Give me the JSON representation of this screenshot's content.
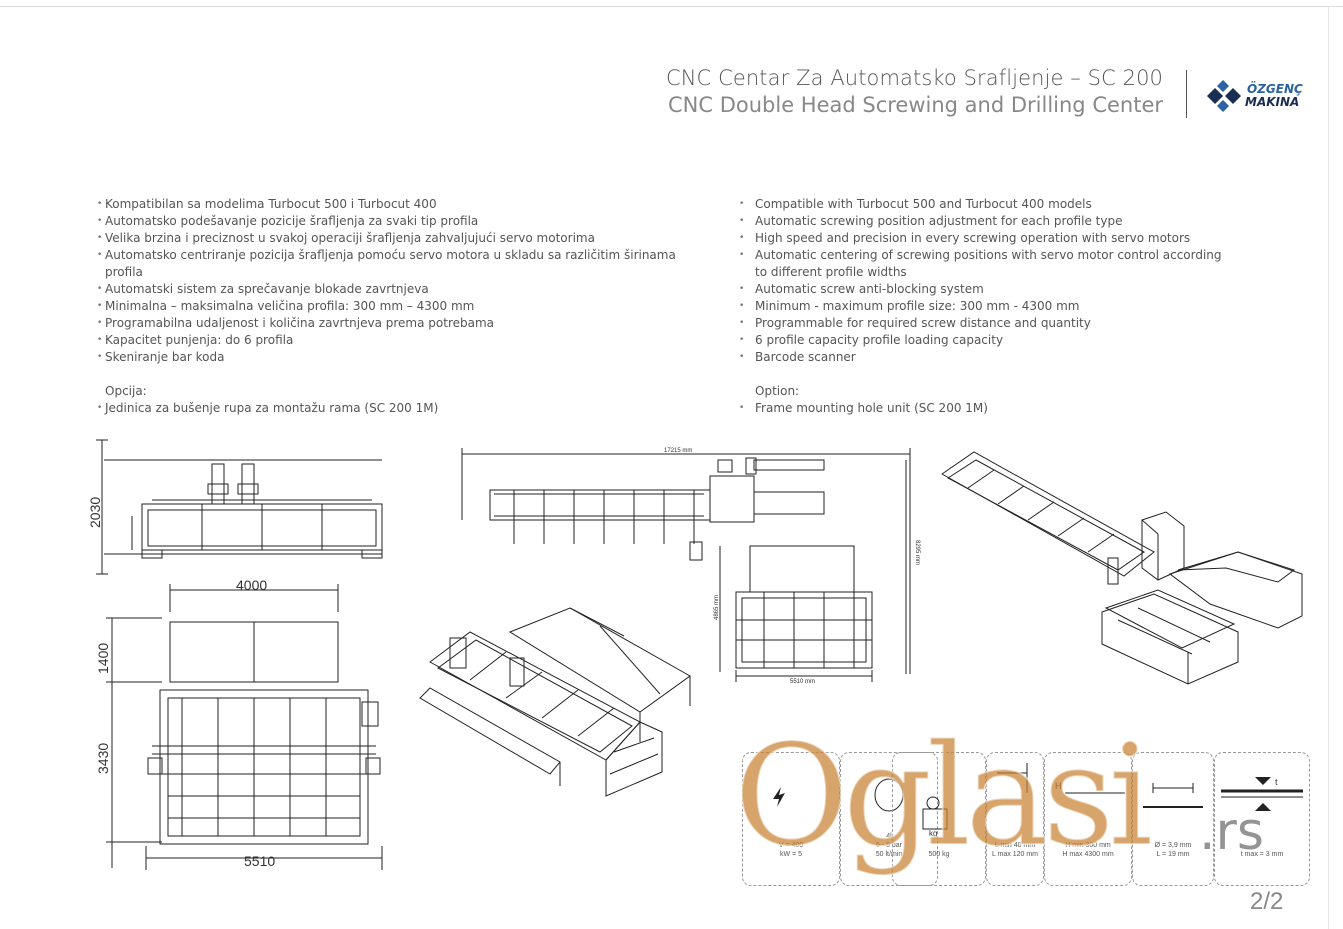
{
  "header": {
    "title_sr": "CNC Centar Za Automatsko Srafljenje – SC 200",
    "title_en": "CNC Double Head Screwing and Drilling Center",
    "logo_line1": "ÖZGENÇ",
    "logo_line2": "MAKINA"
  },
  "features_sr": [
    "Kompatibilan sa modelima Turbocut 500 i Turbocut 400",
    "Automatsko podešavanje pozicije šrafljenja za svaki tip profila",
    "Velika brzina i preciznost u svakoj operaciji šrafljenja zahvaljujući servo motorima",
    "Automatsko centriranje pozicija šrafljenja pomoću servo motora u skladu sa različitim širinama profila",
    "Automatski sistem za sprečavanje blokade zavrtnjeva",
    "Minimalna – maksimalna veličina profila: 300 mm – 4300 mm",
    "Programabilna udaljenost i količina zavrtnjeva prema potrebama",
    "Kapacitet punjenja: do 6 profila",
    "Skeniranje bar koda"
  ],
  "option_sr": {
    "label": "Opcija:",
    "items": [
      "Jedinica za bušenje rupa za montažu rama (SC 200 1M)"
    ]
  },
  "features_en": [
    "Compatible with Turbocut 500 and Turbocut 400 models",
    "Automatic screwing position adjustment for each profile type",
    "High speed and precision in every screwing operation with servo motors",
    "Automatic centering of screwing positions with servo motor control according to different profile widths",
    "Automatic screw anti-blocking system",
    "Minimum - maximum profile size: 300 mm - 4300 mm",
    "Programmable for required screw distance and quantity",
    "6 profile capacity profile loading capacity",
    "Barcode scanner"
  ],
  "option_en": {
    "label": "Option:",
    "items": [
      "Frame mounting hole unit (SC 200 1M)"
    ]
  },
  "dimensions": {
    "height": "2030",
    "width_top": "4000",
    "depth_1": "1400",
    "depth_2": "3430",
    "length": "5510",
    "plan_length": "17215 mm",
    "plan_depth": "8295 mm",
    "plan_sub_depth": "4865 mm",
    "plan_sub_width": "5510 mm"
  },
  "specs": [
    {
      "icon": "electric-icon",
      "lines": [
        "V = 400",
        "kW = 5"
      ]
    },
    {
      "icon": "air-pressure-icon",
      "lines": [
        "4l",
        "6 - 8 bar",
        "50 lt/min"
      ]
    },
    {
      "icon": "weight-icon",
      "lines": [
        "500 kg"
      ]
    },
    {
      "icon": "profile-width-icon",
      "lines": [
        "L min   40 mm",
        "L max 120 mm"
      ]
    },
    {
      "icon": "profile-height-icon",
      "lines": [
        "H min   300 mm",
        "H max 4300 mm"
      ]
    },
    {
      "icon": "screw-icon",
      "lines": [
        "Ø = 3,9 mm",
        "L = 19 mm"
      ]
    },
    {
      "icon": "thickness-icon",
      "lines": [
        "t max = 3 mm"
      ]
    }
  ],
  "spec_labels": {
    "h": "H",
    "t": "t",
    "kg": "kg"
  },
  "watermark": {
    "main": "Oglasi",
    "suffix": ".rs"
  },
  "page": "2/2"
}
